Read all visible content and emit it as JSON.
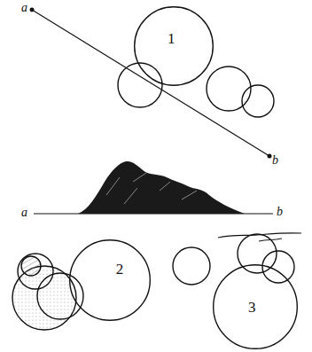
{
  "diagram": {
    "nodes": [
      {
        "text": [
          "1"
        ]
      },
      {
        "text": [
          "2"
        ]
      },
      {
        "text": [
          "3"
        ]
      }
    ],
    "labels": [
      "a",
      "b",
      "a",
      "b"
    ]
  }
}
